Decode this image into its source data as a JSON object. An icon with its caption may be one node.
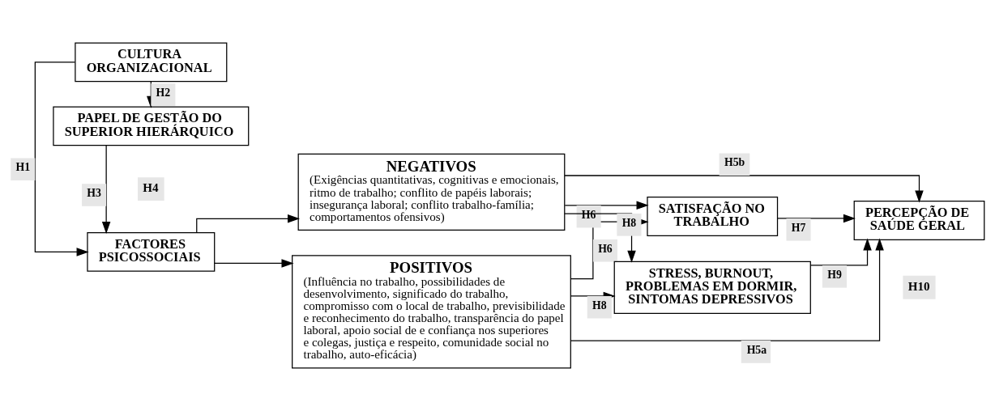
{
  "diagram": {
    "nodes": [
      {
        "text": [
          "FACTORES PSICOSSOCIAIS"
        ]
      },
      {
        "text": [
          "PAPEL DE GESTÃO DO SUPERIOR HIERÁRQUICO"
        ]
      },
      {
        "text": [
          "CULTURA ORGANIZACIONAL"
        ]
      },
      {
        "text": [
          "POSITIVOS",
          "(Influência no trabalho, possibilidades de desenvolvimento, significado do trabalho, compromisso com o local de trabalho, previsibilidade e reconhecimento do trabalho, transparência do papel laboral, apoio social de e confiança nos superiores e colegas, justiça e respeito, comunidade social no trabalho, auto-eficácia)"
        ]
      },
      {
        "text": [
          "NEGATIVOS",
          "(Exigências quantitativas, cognitivas e emocionais, ritmo de trabalho; conflito de papéis laborais; insegurança laboral; conflito trabalho-família; comportamentos ofensivos)"
        ]
      },
      {
        "text": [
          "SATISFAÇÃO NO TRABALHO"
        ]
      },
      {
        "text": [
          "STRESS, BURNOUT, PROBLEMAS EM DORMIR, SINTOMAS DEPRESSIVOS"
        ]
      },
      {
        "text": [
          "PERCEPÇÃO DE SAÚDE GERAL"
        ]
      }
    ],
    "edges": [
      {
        "from": 2,
        "to": 0,
        "arrow": "to",
        "label": "H1"
      },
      {
        "from": 2,
        "to": 1,
        "arrow": "to",
        "label": "H2"
      },
      {
        "from": 1,
        "to": 0,
        "arrow": "to",
        "label": "H3"
      },
      {
        "from": 0,
        "to": 3,
        "arrow": "to"
      },
      {
        "from": 0,
        "to": 4,
        "arrow": "to"
      },
      {
        "from": 3,
        "to": 5,
        "arrow": "to",
        "label": "H6"
      },
      {
        "from": 3,
        "to": 6,
        "arrow": "to",
        "label": "H8"
      },
      {
        "from": 4,
        "to": 5,
        "arrow": "to",
        "label": "H6"
      },
      {
        "from": 4,
        "to": 6,
        "arrow": "to",
        "label": "H8"
      },
      {
        "from": 3,
        "to": 7,
        "arrow": "to",
        "label": "H5a"
      },
      {
        "from": 4,
        "to": 7,
        "arrow": "to",
        "label": "H5b"
      },
      {
        "from": 5,
        "to": 7,
        "arrow": "to",
        "label": "H7"
      },
      {
        "from": 6,
        "to": 7,
        "arrow": "to",
        "label": "H9"
      }
    ],
    "labels": [
      "H4",
      "H10"
    ]
  }
}
